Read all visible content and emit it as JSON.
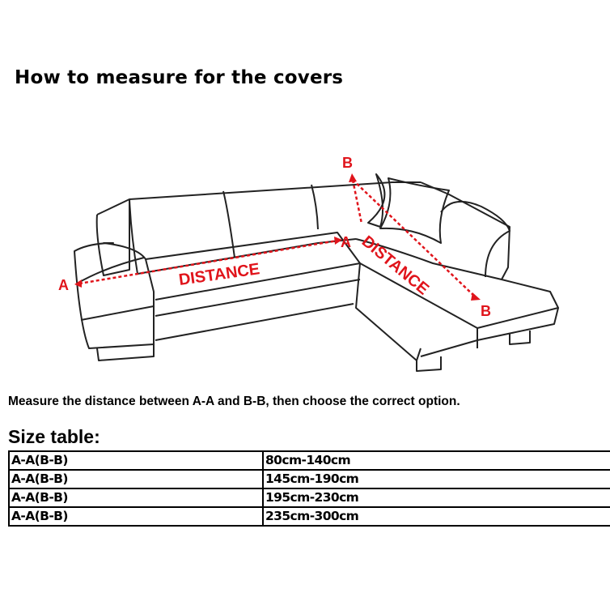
{
  "title": "How to measure for the covers",
  "diagram": {
    "label_a": "A",
    "label_b": "B",
    "distance_label": "DISTANCE",
    "marker_color": "#e0141b"
  },
  "instruction": "Measure the distance between A-A and B-B, then choose the correct option.",
  "size_table": {
    "title": "Size table:",
    "rows": [
      {
        "measure": "A-A(B-B)",
        "range": "80cm-140cm"
      },
      {
        "measure": "A-A(B-B)",
        "range": "145cm-190cm"
      },
      {
        "measure": "A-A(B-B)",
        "range": "195cm-230cm"
      },
      {
        "measure": "A-A(B-B)",
        "range": "235cm-300cm"
      }
    ]
  }
}
